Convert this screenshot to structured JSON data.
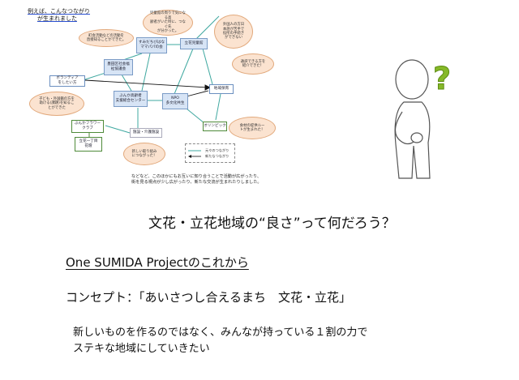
{
  "diagram": {
    "heading": [
      "例えば、こんなつながり",
      "が生まれました"
    ],
    "nodes": {
      "sumida_mama": [
        "すみだちびはな",
        "ママパパの会"
      ],
      "tachibana": [
        "立花児童館"
      ],
      "higashimukojima": [
        "墨田区社会福",
        "祉協議会"
      ],
      "volunteer": [
        "ボランティア",
        "をしたい方"
      ],
      "bunka_koureisha": [
        "ぶんか高齢者",
        "支援総合センター"
      ],
      "npo": [
        "NPO",
        "多文化共生"
      ],
      "chiiki_hoiku": [
        "地域保育"
      ],
      "olympic": [
        "オリンピック"
      ],
      "bunka_flower": [
        "ぶんかフラワー",
        "クラブ"
      ],
      "tachibana_1": [
        "立花一丁目",
        "花壇"
      ],
      "kaigo": [
        "施設・介護施設"
      ]
    },
    "bubbles": {
      "b1": [
        "児童館の周りで気になる高",
        "齢者がいた時に、つなぐ先",
        "が分かった。"
      ],
      "b2": [
        "外国人の方日",
        "本語が苦手で",
        "役所の手続き",
        "ができない"
      ],
      "b3": [
        "町会活動などの活動を",
        "直接知ることができた。"
      ],
      "b4": [
        "通訳できる方を",
        "紹介できた！"
      ],
      "b5": [
        "子ども・外国籍の方を",
        "助ける(課題)を知るこ",
        "とができた"
      ],
      "b6": [
        "食材の提供ルー",
        "トが生まれた！"
      ],
      "b7": [
        "新しい取り組み",
        "につながった！"
      ]
    },
    "legend": [
      "元々のつながり",
      "新たなつながり"
    ],
    "caption": [
      "などなど、このほかにもお互いに知り合うことで活動が広がったり、",
      "街を見る視点が少し広がったり、新たな交流が生まれたりしました。"
    ]
  },
  "title": "文花・立花地域の“良さ”って何だろう？",
  "subtitle": "One SUMIDA Projectのこれから",
  "concept": "コンセプト：「あいさつし合えるまち　文花・立花」",
  "body": [
    "新しいものを作るのではなく、みんなが持っている１割の力で",
    "ステキな地域にしていきたい"
  ],
  "colors": {
    "line": "#3fa8a0",
    "node": "#d7e4f5",
    "bubble": "#fbe3d0",
    "question": "#86b928"
  }
}
